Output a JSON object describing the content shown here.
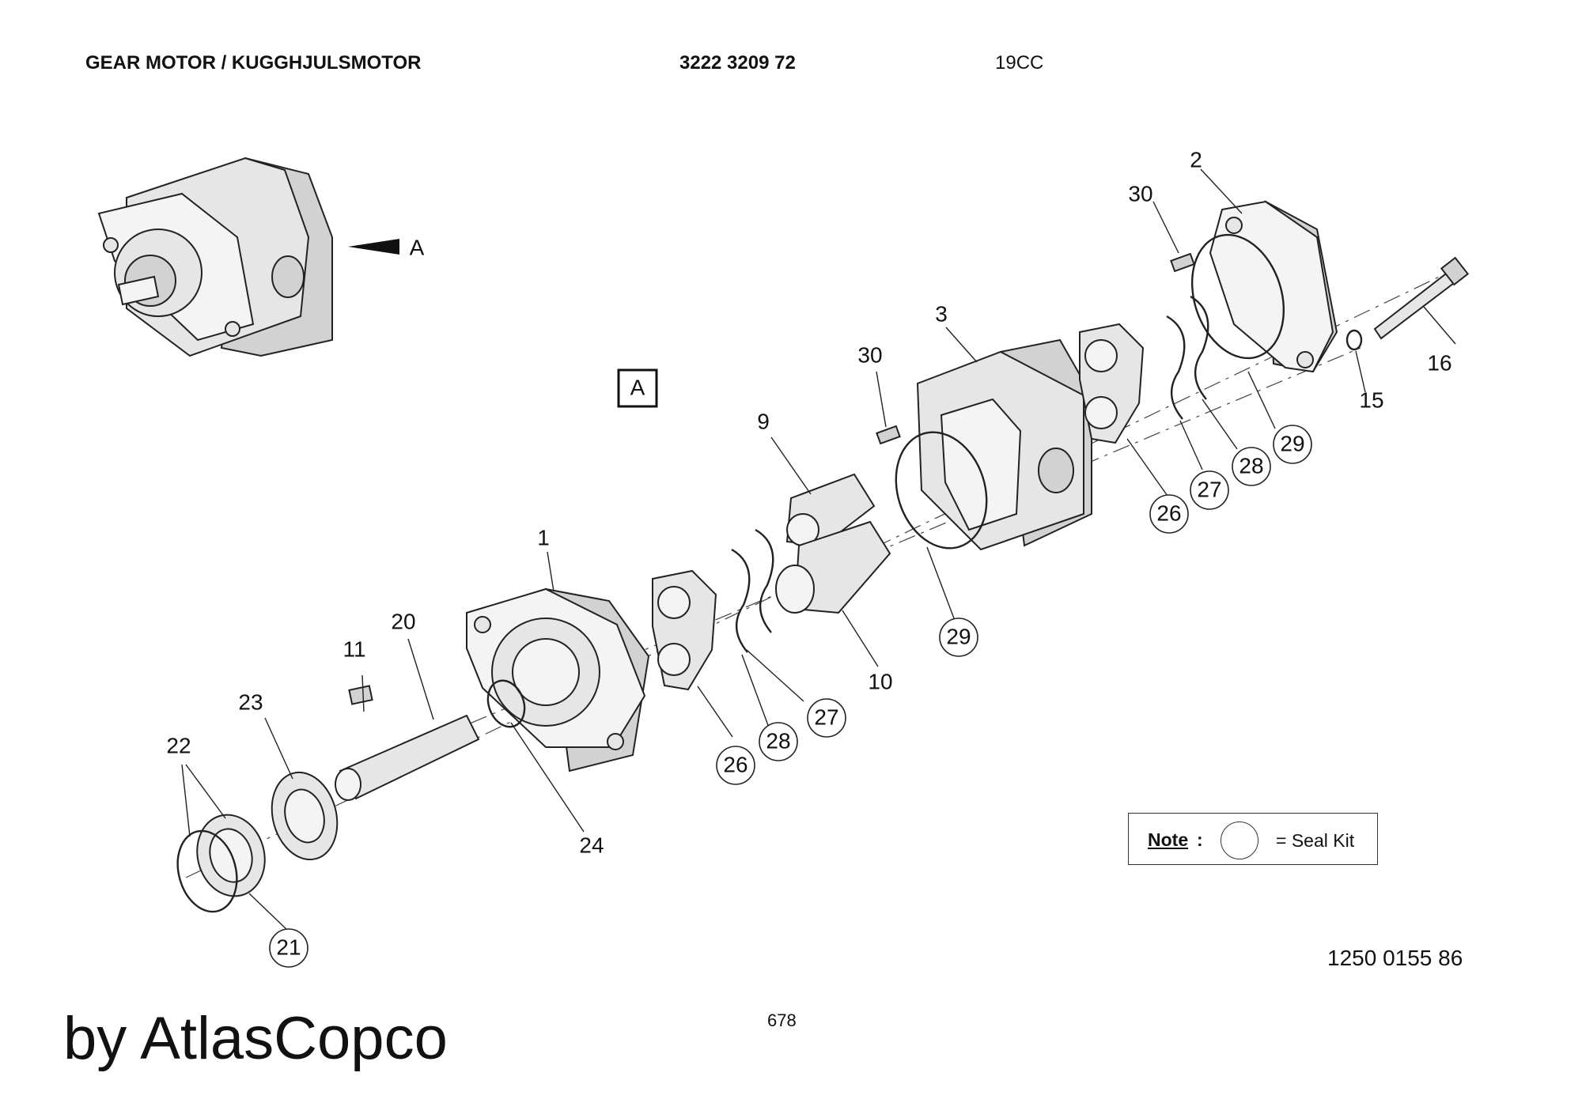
{
  "header": {
    "title": "GEAR MOTOR / KUGGHJULSMOTOR",
    "part_number": "3222 3209 72",
    "variant": "19CC"
  },
  "view": {
    "arrow_label": "A",
    "box_label": "A"
  },
  "callouts": {
    "p1": "1",
    "p2": "2",
    "p3": "3",
    "p9": "9",
    "p10": "10",
    "p11": "11",
    "p15": "15",
    "p16": "16",
    "p20": "20",
    "p22": "22",
    "p23": "23",
    "p24": "24",
    "p30a": "30",
    "p30b": "30",
    "s21": "21",
    "s26a": "26",
    "s26b": "26",
    "s27a": "27",
    "s27b": "27",
    "s28a": "28",
    "s28b": "28",
    "s29a": "29",
    "s29b": "29"
  },
  "note": {
    "label": "Note",
    "colon": ":",
    "text": "= Seal Kit"
  },
  "doc_number": "1250 0155 86",
  "page_number": "678",
  "brand": "by AtlasCopco"
}
